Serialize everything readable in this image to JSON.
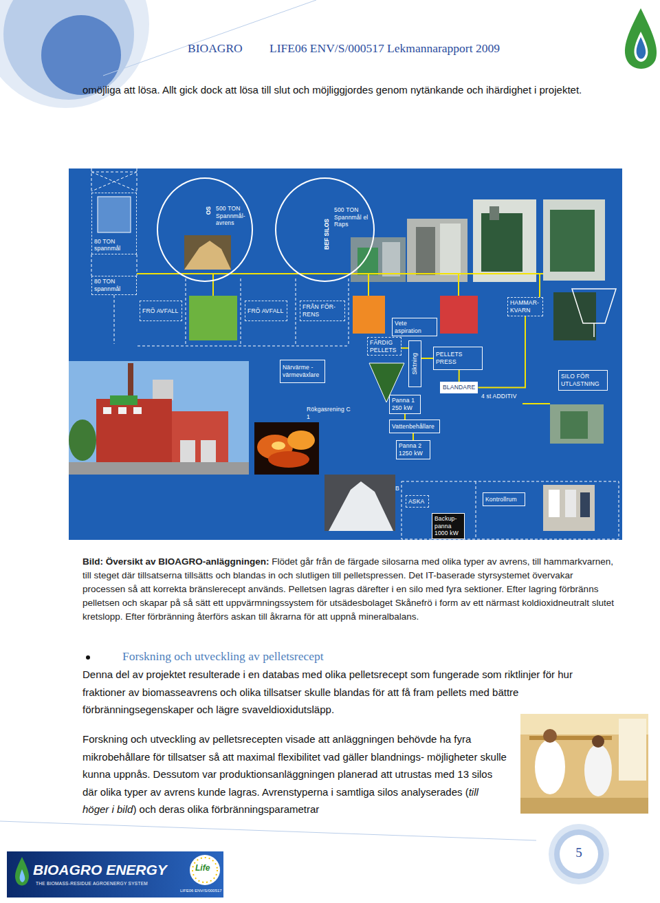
{
  "diagram": {
    "nodes": [
      {
        "text": [
          "80 TON spannmål"
        ]
      },
      {
        "text": [
          "500 TON Spannmål- avrens"
        ]
      },
      {
        "text": [
          "500 TON Spannmål el Raps"
        ]
      },
      {
        "text": [
          "80 TON spannmål"
        ]
      },
      {
        "text": [
          "FRÖ AVFALL"
        ]
      },
      {
        "text": [
          "FRÖ AVFALL"
        ]
      },
      {
        "text": [
          "FRÅN FÖR-RENS"
        ]
      },
      {
        "text": [
          "HAMMAR- KVARN"
        ]
      },
      {
        "text": [
          "Vete aspiration"
        ]
      },
      {
        "text": [
          "FÄRDIG PELLETS"
        ]
      },
      {
        "text": [
          "Siktning"
        ]
      },
      {
        "text": [
          "PELLETS PRESS"
        ]
      },
      {
        "text": [
          "Närvärme - värmeväxlare"
        ]
      },
      {
        "text": [
          "SILO FÖR UTLASTNING"
        ]
      },
      {
        "text": [
          "BLANDARE"
        ]
      },
      {
        "text": [
          "Panna 1 250 kW"
        ]
      },
      {
        "text": [
          "Vattenbehållare"
        ]
      },
      {
        "text": [
          "Panna 2 1250 kW"
        ]
      },
      {
        "text": [
          "ASKA"
        ]
      },
      {
        "text": [
          "Kontrollrum"
        ]
      },
      {
        "text": [
          "Backup- panna 1000 kW"
        ]
      }
    ],
    "edges": [
      {
        "from": 7,
        "to": 14,
        "arrow": "none"
      },
      {
        "from": 14,
        "to": 11,
        "arrow": "none"
      },
      {
        "from": 11,
        "to": 10,
        "arrow": "none"
      },
      {
        "from": 10,
        "to": 9,
        "arrow": "none"
      },
      {
        "from": 15,
        "to": 16,
        "arrow": "none"
      },
      {
        "from": 16,
        "to": 17,
        "arrow": "none"
      }
    ],
    "labels": [
      "BIOAGRO",
      "LIFE06 ENV/S/000517 Lekmannarapport 2009",
      "omöjliga att lösa. Allt gick dock att lösa till slut och möjliggjordes genom nytänkande och ihärdighet i projektet.",
      "OS",
      "BEF SILOS",
      "Rökgasrening C 1",
      "4 st ADDITIV",
      "B",
      "Bild: Översikt av BIOAGRO-anläggningen:",
      "Flödet går från de färgade silosarna med olika typer av avrens, till hammarkvarnen, till steget där tillsatserna tillsätts och blandas in och slutligen till pelletspressen. Det IT-baserade styrsystemet övervakar processen så att korrekta bränslerecept används. Pelletsen lagras därefter i en silo med fyra sektioner. Efter lagring förbränns pelletsen och skapar på så sätt ett uppvärmningssystem för utsädesbolaget Skånefrö i form av ett närmast koldioxidneutralt slutet kretslopp. Efter förbränning återförs askan till åkrarna för att uppnå mineralbalans.",
      "Forskning och utveckling av pelletsrecept",
      "Denna del av projektet resulterade i en databas med olika pelletsrecept som fungerade som riktlinjer för hur fraktioner av biomasseavrens och olika tillsatser skulle blandas för att få fram pellets med bättre förbränningsegenskaper och lägre svaveldioxidutsläpp.",
      "Forskning och utveckling av pelletsrecepten visade att anläggningen behövde ha fyra mikrobehållare för tillsatser så att maximal flexibilitet vad gäller blandnings- möjligheter skulle kunna uppnås. Dessutom var produktionsanläggningen planerad att utrustas med 13 silos där olika typer av avrens kunde lagras. Avrenstyperna i samtliga silos analyserades (",
      "till höger i bild",
      ") och deras olika förbränningsparametrar",
      "5",
      "BIOAGRO ENERGY",
      "THE BIOMASS-RESIDUE AGROENERGY SYSTEM",
      "Life",
      "LIFE06 ENV/S/000517"
    ]
  }
}
